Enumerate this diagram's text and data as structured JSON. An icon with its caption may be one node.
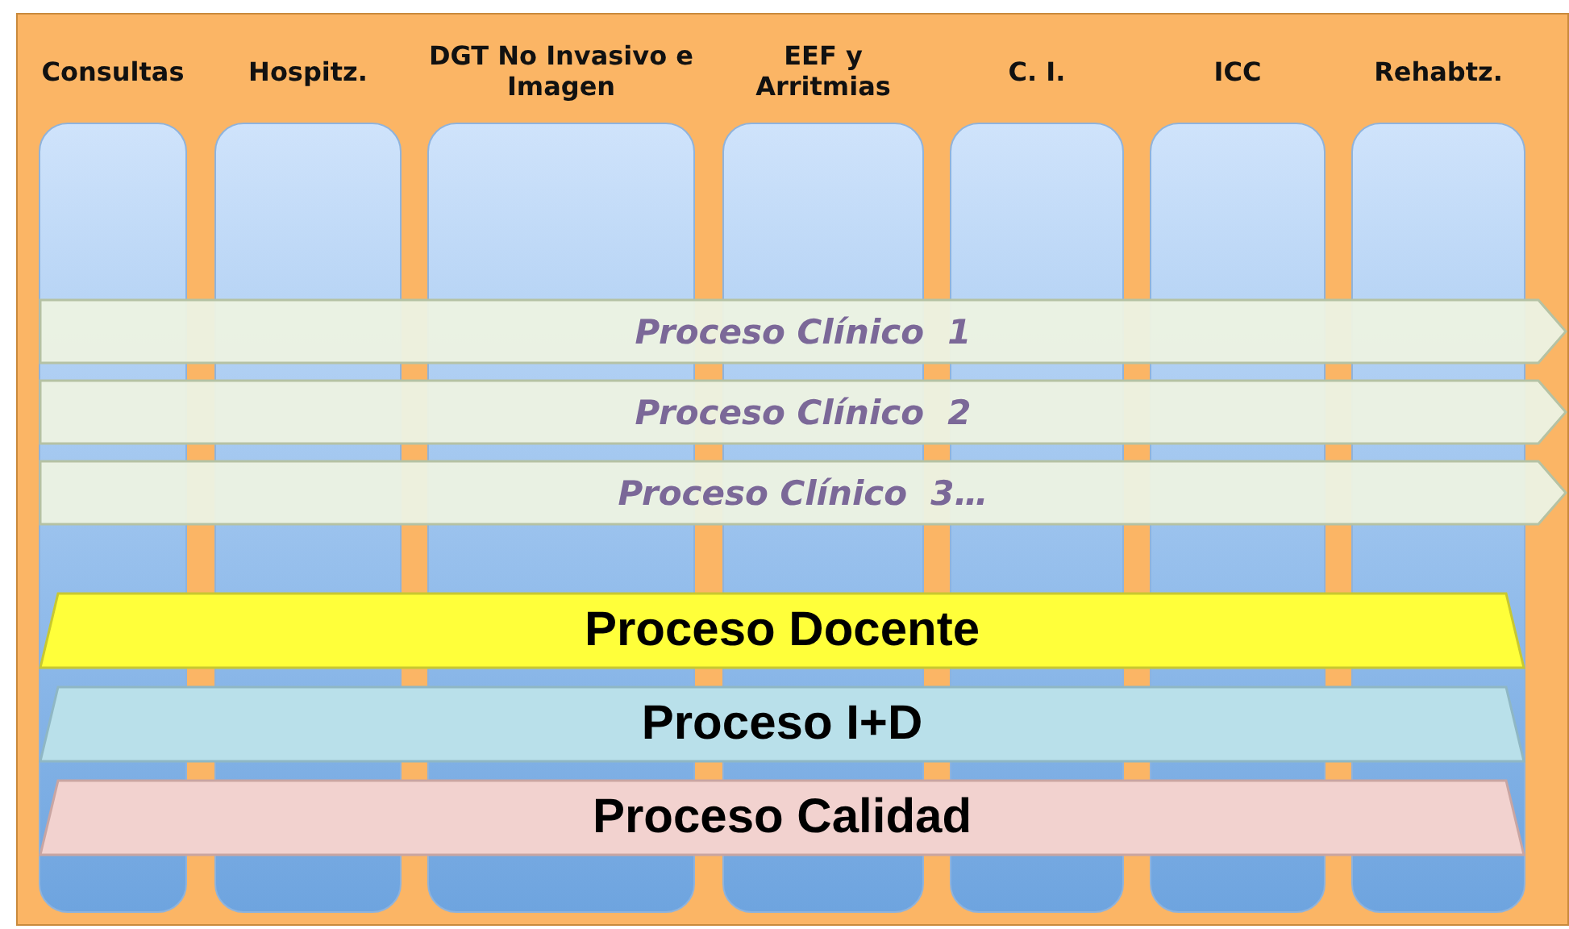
{
  "diagram": {
    "nodes": [
      {
        "text": [
          "Consultas"
        ]
      },
      {
        "text": [
          "Hospitz."
        ]
      },
      {
        "text": [
          "DGT No Invasivo e Imagen"
        ]
      },
      {
        "text": [
          "EEF y Arritmias"
        ]
      },
      {
        "text": [
          "C. I."
        ]
      },
      {
        "text": [
          "ICC"
        ]
      },
      {
        "text": [
          "Rehabtz."
        ]
      },
      {
        "text": [
          "Proceso Clínico  1"
        ]
      },
      {
        "text": [
          "Proceso Clínico  2"
        ]
      },
      {
        "text": [
          "Proceso Clínico  3…"
        ]
      },
      {
        "text": [
          "Proceso Docente"
        ]
      },
      {
        "text": [
          "Proceso I+D"
        ]
      },
      {
        "text": [
          "Proceso Calidad"
        ]
      }
    ]
  }
}
